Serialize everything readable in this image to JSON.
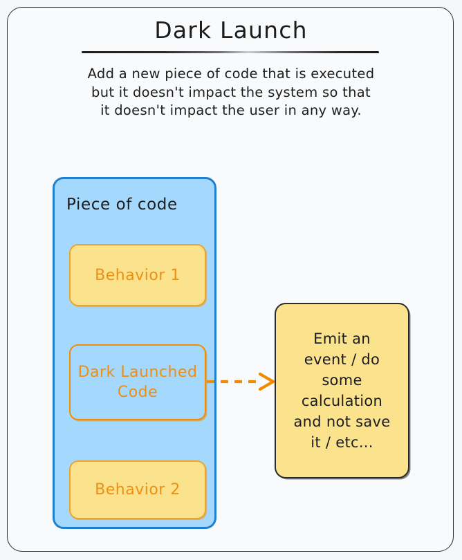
{
  "header": {
    "title": "Dark Launch",
    "description_lines": [
      "Add a new piece of code that is executed",
      "but it doesn't impact the system so that",
      "it doesn't impact the user in any way."
    ]
  },
  "diagram": {
    "container": {
      "label": "Piece of code",
      "fill_color": "#a5d8fd",
      "border_color": "#1f7fd0",
      "items": [
        {
          "label": "Behavior 1",
          "style": "filled"
        },
        {
          "label": "Dark Launched Code",
          "style": "outline"
        },
        {
          "label": "Behavior 2",
          "style": "filled"
        }
      ]
    },
    "connector": {
      "name": "dashed-arrow",
      "style": "dashed",
      "direction": "right",
      "color": "#f08c00"
    },
    "outcome": {
      "lines": [
        "Emit an",
        "event / do",
        "some",
        "calculation",
        "and not save",
        "it / etc..."
      ],
      "fill_color": "#fbe38e",
      "border_color": "#2b2b2b"
    }
  },
  "palette": {
    "background": "#f5f7fa",
    "ink": "#1c1c1c",
    "orange": "#ef8e12",
    "yellow_fill": "#fbe38e",
    "blue_fill": "#a5d8fd",
    "blue_border": "#1f7fd0"
  }
}
